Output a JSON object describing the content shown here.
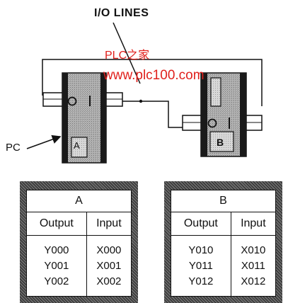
{
  "diagram": {
    "io_lines_label": "I/O LINES",
    "pc_label": "PC",
    "watermark_name": "PLC之家",
    "watermark_url": "www.plc100.com",
    "module_a_label": "A",
    "module_b_label": "B",
    "switch_off_glyph": "O",
    "switch_on_glyph": "I"
  },
  "tables": [
    {
      "title": "A",
      "output_header": "Output",
      "input_header": "Input",
      "outputs": [
        "Y000",
        "Y001",
        "Y002"
      ],
      "inputs": [
        "X000",
        "X001",
        "X002"
      ]
    },
    {
      "title": "B",
      "output_header": "Output",
      "input_header": "Input",
      "outputs": [
        "Y010",
        "Y011",
        "Y012"
      ],
      "inputs": [
        "X010",
        "X011",
        "X012"
      ]
    }
  ]
}
